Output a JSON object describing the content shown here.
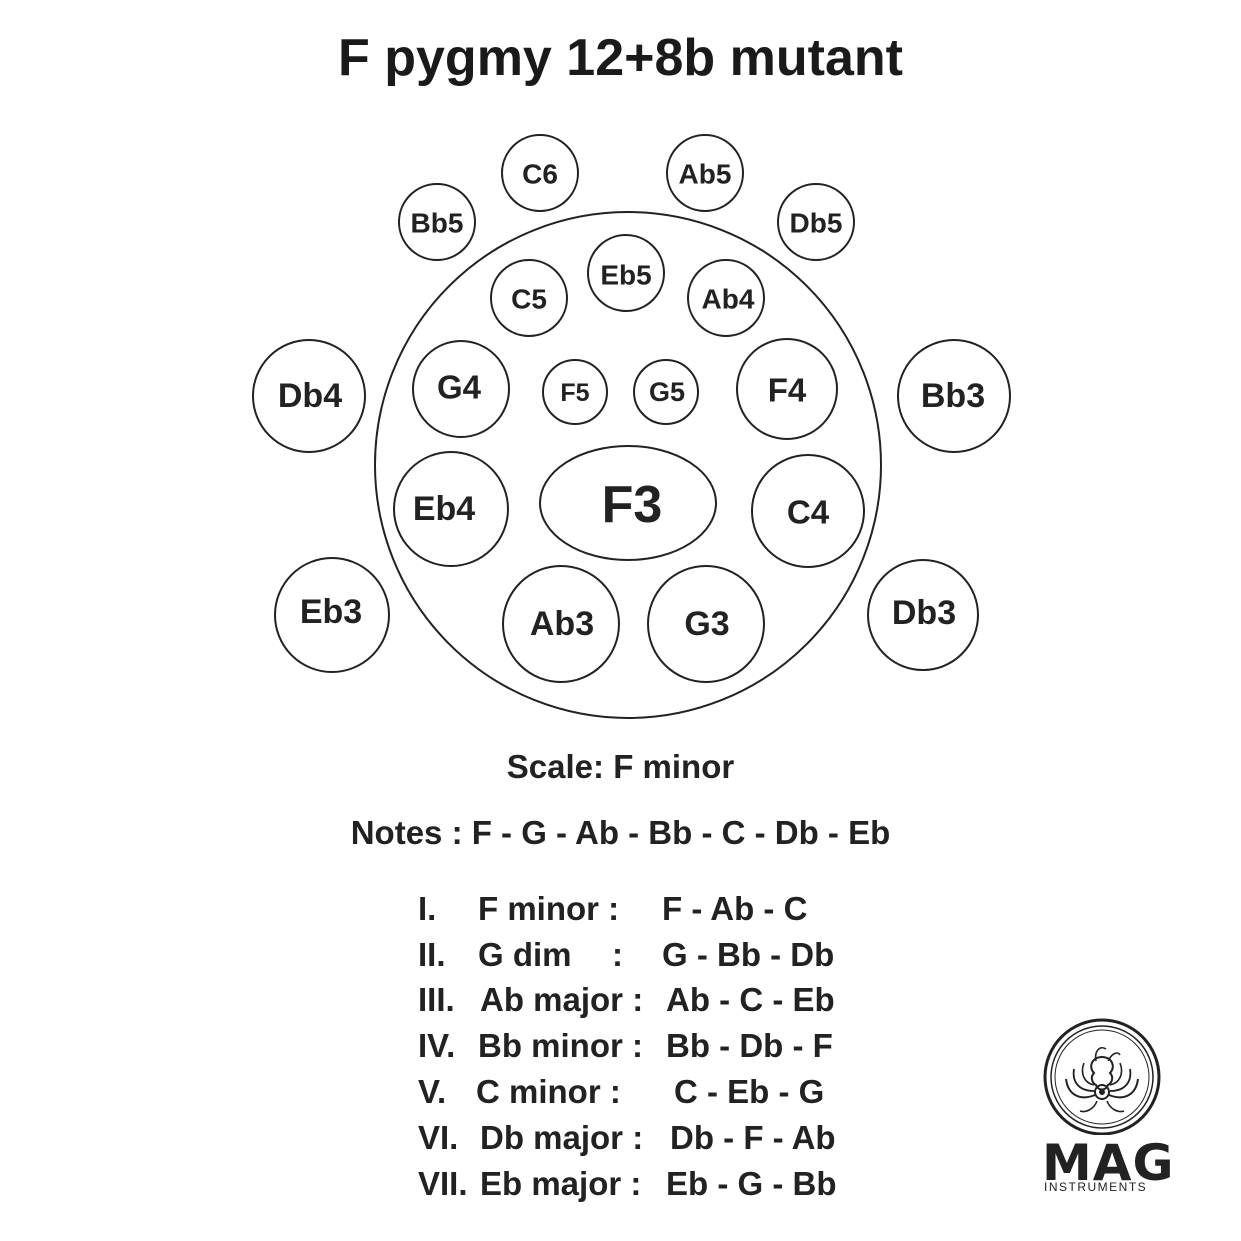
{
  "title": "F pygmy 12+8b mutant",
  "notes": {
    "outer_top": [
      "C6",
      "Ab5",
      "Bb5",
      "Db5"
    ],
    "inner": [
      "Eb5",
      "C5",
      "Ab4",
      "G4",
      "F5",
      "G5",
      "F4",
      "Eb4",
      "C4",
      "Ab3",
      "G3"
    ],
    "ding": "F3",
    "outer_bottom": [
      "Db4",
      "Bb3",
      "Eb3",
      "Db3"
    ]
  },
  "scale": "Scale: F minor",
  "note_list": "Notes : F - G - Ab - Bb - C - Db - Eb",
  "chords": [
    {
      "numeral": "I.",
      "name": "F minor :",
      "notes": "F - Ab - C"
    },
    {
      "numeral": "II.",
      "name": "G dim",
      "colon": ":",
      "notes": "G - Bb - Db"
    },
    {
      "numeral": "III.",
      "name": "Ab major :",
      "notes": "Ab - C - Eb"
    },
    {
      "numeral": "IV.",
      "name": "Bb minor :",
      "notes": "Bb - Db - F"
    },
    {
      "numeral": "V.",
      "name": "C minor :",
      "notes": "C - Eb - G"
    },
    {
      "numeral": "VI.",
      "name": "Db major :",
      "notes": "Db - F - Ab"
    },
    {
      "numeral": "VII.",
      "name": "Eb major :",
      "notes": "Eb - G - Bb"
    }
  ],
  "logo": {
    "word": "MAG",
    "sub": "INSTRUMENTS"
  }
}
